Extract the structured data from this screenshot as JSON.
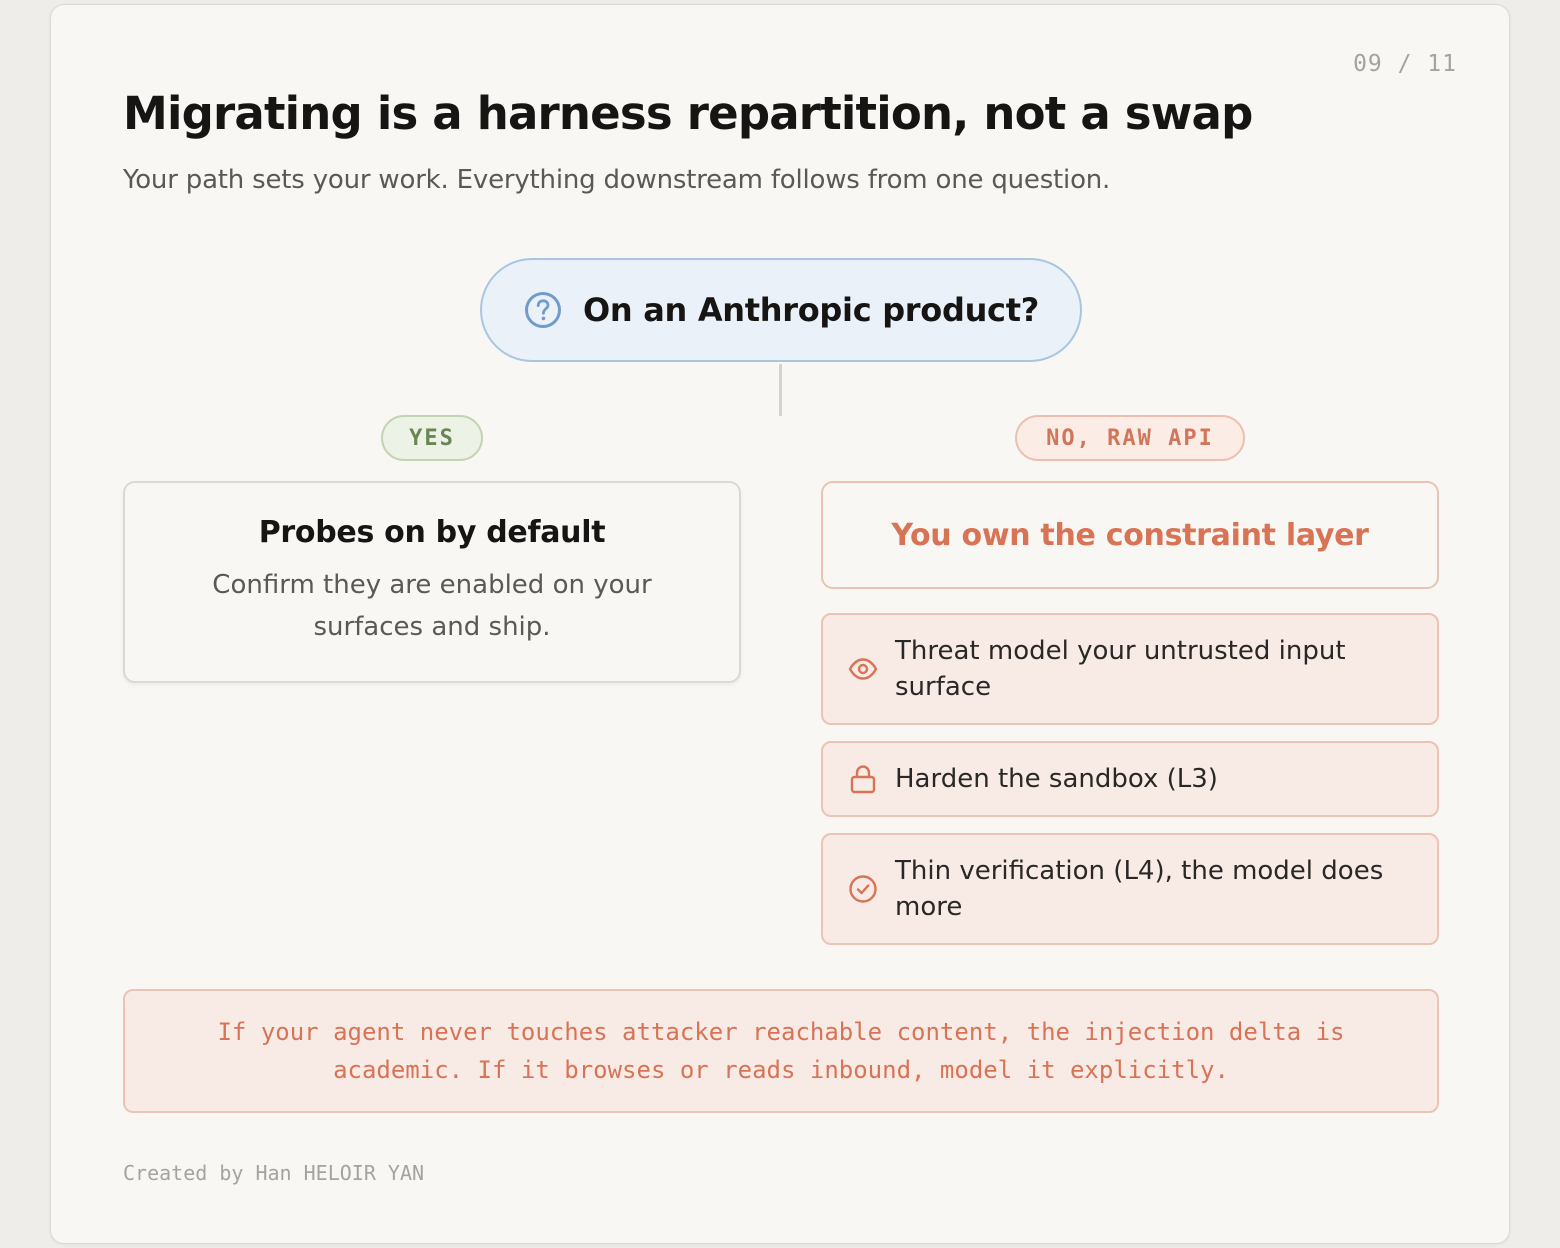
{
  "slide": {
    "counter": "09 / 11",
    "title": "Migrating is a harness repartition, not a swap",
    "subtitle": "Your path sets your work. Everything downstream follows from one question."
  },
  "question": {
    "icon": "question-circle-icon",
    "label": "On an Anthropic product?"
  },
  "branches": {
    "yes": {
      "pill": "YES",
      "title": "Probes on by default",
      "body": "Confirm they are enabled on your surfaces and ship."
    },
    "no": {
      "pill": "NO, RAW API",
      "title": "You own the constraint layer",
      "steps": [
        {
          "icon": "eye-icon",
          "text": "Threat model your untrusted input surface"
        },
        {
          "icon": "lock-icon",
          "text": "Harden the sandbox (L3)"
        },
        {
          "icon": "check-circle-icon",
          "text": "Thin verification (L4), the model does more"
        }
      ]
    }
  },
  "note": "If your agent never touches attacker reachable content, the injection delta is academic. If it browses or reads inbound, model it explicitly.",
  "footer": "Created by Han HELOIR YAN",
  "colors": {
    "accent": "#d87356",
    "question_bg": "#eaf1f8",
    "question_border": "#a9c6e0",
    "yes_green": "#6b8553",
    "card_bg": "#f9f7f3"
  }
}
